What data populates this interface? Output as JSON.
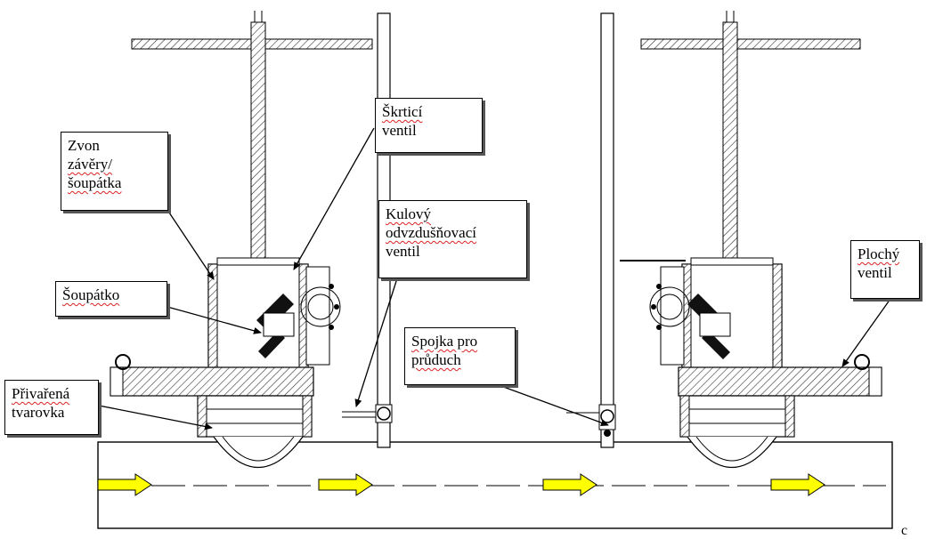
{
  "labels": {
    "zvon": [
      "Zvon",
      "závěry/",
      "šoupátka"
    ],
    "skrtici": [
      "Škrticí",
      "ventil"
    ],
    "kulovy": [
      "Kulový",
      "odvzdušňovací",
      "ventil"
    ],
    "soupatko": [
      "Šoupátko"
    ],
    "privarena": [
      "Přivařená",
      "tvarovka"
    ],
    "spojka": [
      "Spojka pro",
      "průduch"
    ],
    "plochy": [
      "Plochý",
      "ventil"
    ]
  },
  "corner_mark": "c",
  "colors": {
    "line": "#000000",
    "arrow_fill": "#ffff00",
    "hatch": "#333333"
  },
  "flow_arrows": {
    "count": 4,
    "direction": "right"
  }
}
